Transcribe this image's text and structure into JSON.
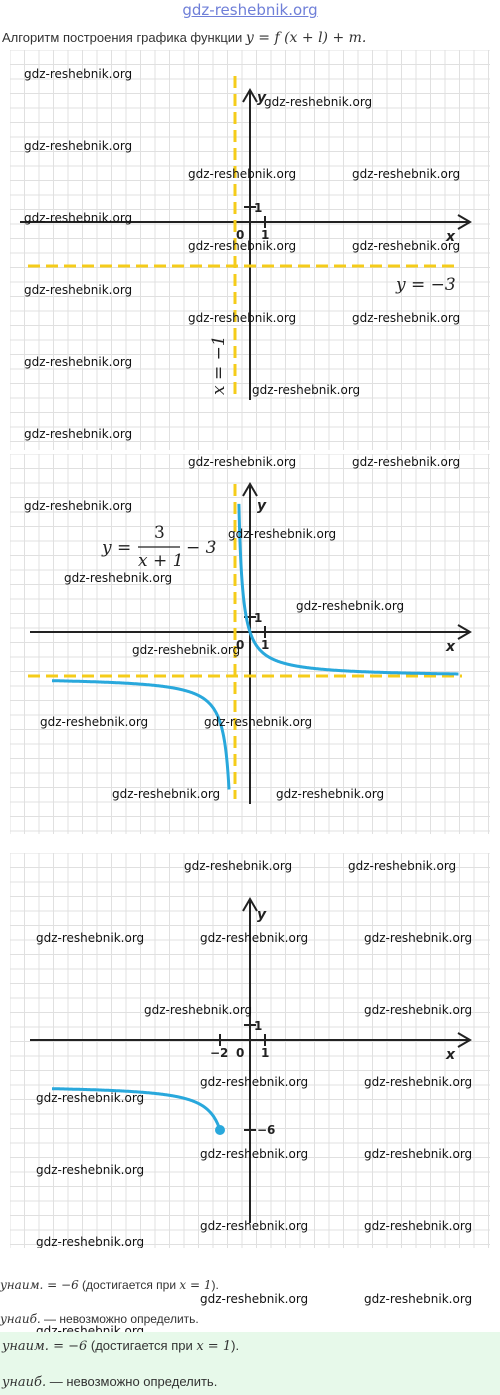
{
  "site_title": "gdz-reshebnik.org",
  "heading": {
    "text": "Алгоритм построения графика функции ",
    "formula": "y = f (x + l) + m."
  },
  "watermark": "gdz-reshebnik.org",
  "panel1": {
    "x_label": "x",
    "y_label": "y",
    "origin": "0",
    "tick_x": "1",
    "tick_y": "1",
    "asymptote_h": "y = −3",
    "asymptote_v": "x = −1"
  },
  "panel2": {
    "x_label": "x",
    "y_label": "y",
    "origin": "0",
    "tick_x": "1",
    "tick_y": "1",
    "func_prefix": "y =",
    "func_num": "3",
    "func_den": "x + 1",
    "func_suffix": "− 3"
  },
  "panel3": {
    "x_label": "x",
    "y_label": "y",
    "origin": "0",
    "tick_x": "1",
    "tick_y": "1",
    "tick_xm2": "−2",
    "tick_ym6": "−6"
  },
  "answers": {
    "min_sym": "yнаим.",
    "min_val": " = −6",
    "min_rest": " (достигается при ",
    "min_x": "x = 1",
    "min_end": ").",
    "max_sym": "yнаиб.",
    "max_rest": " — невозможно определить."
  },
  "colors": {
    "curve": "#29a8dc",
    "asymptote": "#f5cc1a",
    "grid": "#dcdcdc",
    "axis": "#222222",
    "answer_bg": "#e7f9ea",
    "site_title": "#6f7fd8"
  }
}
